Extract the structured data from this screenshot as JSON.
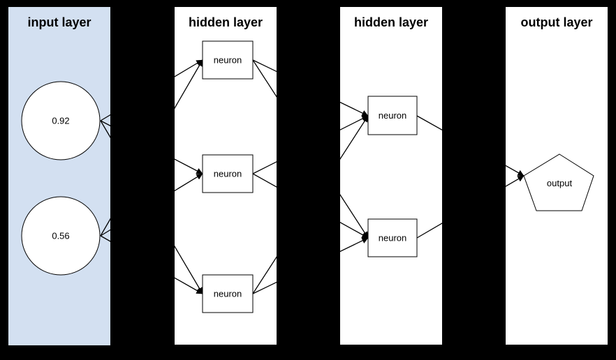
{
  "diagram": {
    "type": "neural-network",
    "layers": [
      {
        "title": "input layer"
      },
      {
        "title": "hidden layer"
      },
      {
        "title": "hidden layer"
      },
      {
        "title": "output layer"
      }
    ],
    "input_nodes": [
      {
        "label": "0.92"
      },
      {
        "label": "0.56"
      }
    ],
    "hidden1_nodes": [
      {
        "label": "neuron"
      },
      {
        "label": "neuron"
      },
      {
        "label": "neuron"
      }
    ],
    "hidden2_nodes": [
      {
        "label": "neuron"
      },
      {
        "label": "neuron"
      }
    ],
    "output_node": {
      "label": "output"
    },
    "colors": {
      "background": "#000000",
      "input_panel_fill": "#d3e0f1",
      "panel_fill": "#ffffff",
      "node_fill": "#ffffff",
      "stroke": "#000000"
    }
  }
}
